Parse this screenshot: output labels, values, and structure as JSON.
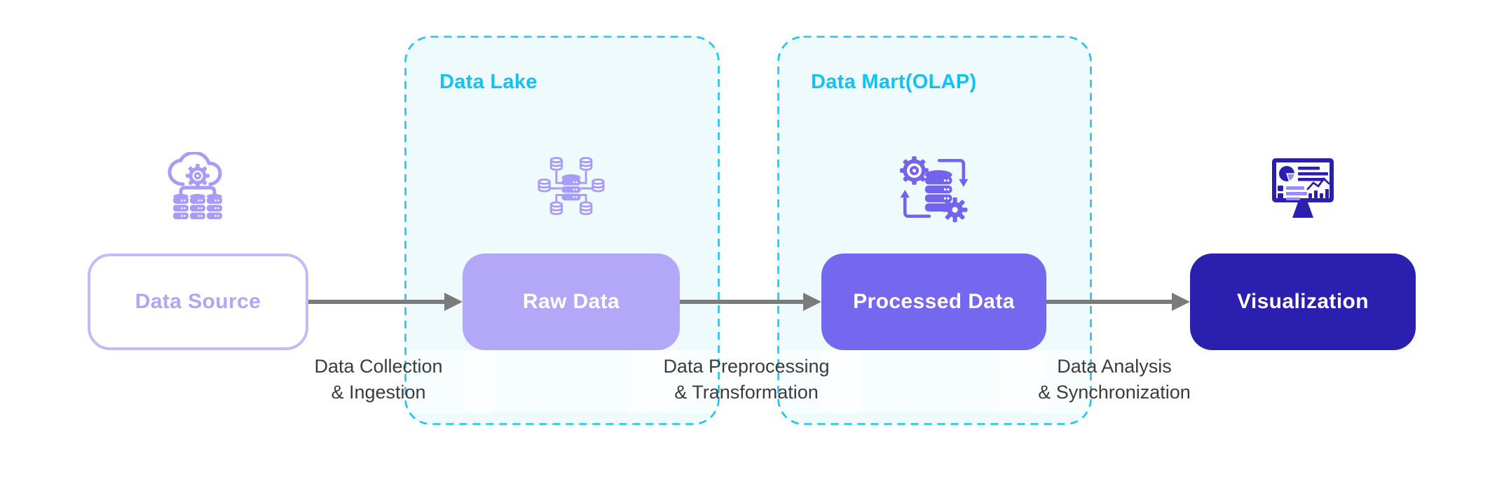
{
  "diagram": {
    "type": "flow",
    "containers": [
      {
        "label": "Data Lake",
        "contains": "Raw Data"
      },
      {
        "label": "Data Mart(OLAP)",
        "contains": "Processed Data"
      }
    ],
    "nodes": [
      {
        "label": "Data Source",
        "icon": "cloud-gear-databases-icon"
      },
      {
        "label": "Raw Data",
        "icon": "distributed-database-icon"
      },
      {
        "label": "Processed Data",
        "icon": "database-gears-sync-icon"
      },
      {
        "label": "Visualization",
        "icon": "dashboard-monitor-icon"
      }
    ],
    "edges": [
      {
        "from": "Data Source",
        "to": "Raw Data",
        "label_line1": "Data Collection",
        "label_line2": "& Ingestion"
      },
      {
        "from": "Raw Data",
        "to": "Processed Data",
        "label_line1": "Data Preprocessing",
        "label_line2": "& Transformation"
      },
      {
        "from": "Processed Data",
        "to": "Visualization",
        "label_line1": "Data Analysis",
        "label_line2": "& Synchronization"
      }
    ],
    "colors": {
      "cyan_accent": "#12C3F1",
      "container_border": "#1EC5F1",
      "container_fill": "#EFFAFD",
      "lavender": "#B3A8F7",
      "lavender_border": "#C3BAFA",
      "medium_purple": "#7667EF",
      "icon_purple": "#7463EF",
      "icon_light_purple": "#A79CF8",
      "dark_indigo": "#2B1FAF",
      "arrow_gray": "#7B7B7B",
      "edge_label_text": "#3B3B3B"
    }
  }
}
